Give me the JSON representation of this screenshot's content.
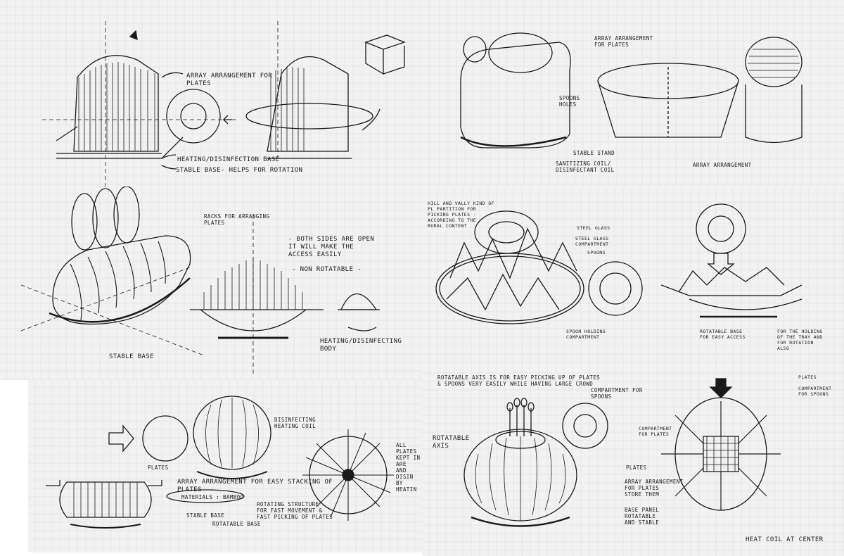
{
  "colors": {
    "paper": "#f2f2f2",
    "grid": "#dcdcdc",
    "ink": "#1a1a1a",
    "shade": "#8a8a8a"
  },
  "panels": [
    {
      "id": "p1",
      "notes": {
        "n1": "ARRAY ARRANGEMENT FOR\nPLATES",
        "n2": "HEATING/DISINFECTION BASE",
        "n3": "STABLE BASE- HELPS FOR ROTATION"
      }
    },
    {
      "id": "p2",
      "notes": {
        "n1": "ARRAY ARRANGEMENT\nFOR PLATES",
        "n2": "SPOONS\nHOLES",
        "n3": "STABLE STAND",
        "n4": "SANITIZING COIL/\nDISINFECTANT COIL",
        "n5": "ARRAY ARRANGEMENT"
      }
    },
    {
      "id": "p3",
      "notes": {
        "n1": "RACKS FOR ARRANGING\nPLATES",
        "n2": "- BOTH SIDES ARE OPEN\n  IT WILL MAKE THE\n  ACCESS EASILY",
        "n3": "- NON ROTATABLE -",
        "n4": "HEATING/DISINFECTING\nBODY",
        "n5": "STABLE BASE"
      }
    },
    {
      "id": "p4",
      "notes": {
        "n1": "HILL AND VALLY KIND OF\nPL PARTITION FOR\nPICKING PLATES -\nACCORDING TO THE\nRURAL CONTENT",
        "n2": "STEEL GLASS",
        "n3": "STEEL GLASS\nCOMPARTMENT",
        "n4": "SPOONS",
        "n5": "SPOON HOLDING\nCOMPARTMENT",
        "n6": "ROTATABLE BASE\nFOR EASY ACCESS",
        "n7": "FOR THE HOLDING\nOF THE TRAY AND\nFOR ROTATION\nALSO"
      }
    },
    {
      "id": "p5",
      "notes": {
        "n1": "PLATES",
        "n2": "ARRAY ARRANGEMENT FOR EASY STACKING OF\nPLATES",
        "n3": "MATERIALS : BAMBOO",
        "n4": "STABLE BASE",
        "n5": "ROTATABLE BASE",
        "n6": "DISINFECTING\nHEATING COIL",
        "n7": "ROTATING STRUCTURE\nFOR FAST MOVEMENT &\nFAST PICKING OF PLATES",
        "n8": "ALL PLATES\nKEPT IN\nARE\nAND\nDISIN\nBY HEATIN"
      }
    },
    {
      "id": "p6",
      "notes": {
        "n1": "ROTATABLE AXIS IS FOR EASY PICKING UP OF PLATES\n& SPOONS VERY EASILY WHILE HAVING LARGE CROWD",
        "n2": "COMPARTMENT FOR\nSPOONS",
        "n3": "ROTATABLE\nAXIS",
        "n4": "PLATES",
        "n5": "ARRAY ARRANGEMENT\nFOR PLATES\nSTORE THEM",
        "n6": "BASE PANEL\nROTATABLE\nAND STABLE",
        "n7": "PLATES",
        "n8": "COMPARTMENT\nFOR SPOONS",
        "n9": "COMPARTMENT\nFOR PLATES",
        "n10": "HEAT COIL AT CENTER"
      }
    }
  ]
}
